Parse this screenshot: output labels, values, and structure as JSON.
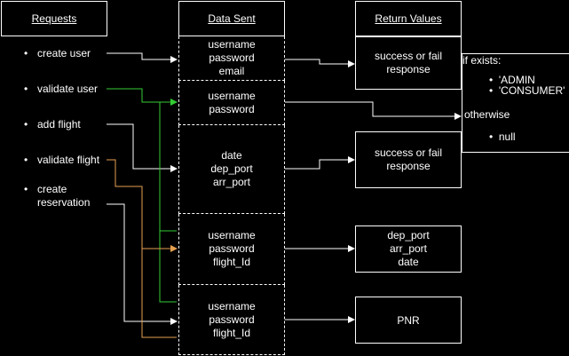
{
  "headers": {
    "requests": "Requests",
    "data_sent": "Data Sent",
    "return_values": "Return Values"
  },
  "requests": [
    "create user",
    "validate user",
    "add flight",
    "validate flight",
    "create\nreservation"
  ],
  "data_sent": [
    "username\npassword\nemail",
    "username\npassword",
    "date\ndep_port\narr_port",
    "username\npassword\nflight_Id",
    "username\npassword\nflight_Id"
  ],
  "returns": {
    "create_user": "success or fail\nresponse",
    "validate_user": {
      "if_exists": "if exists:",
      "roles": [
        "'ADMIN",
        "'CONSUMER'"
      ],
      "otherwise": "otherwise",
      "null_value": "null"
    },
    "add_flight": "success or fail\nresponse",
    "validate_flight": "dep_port\narr_port\ndate",
    "create_reservation": "PNR"
  },
  "colors": {
    "background": "#000000",
    "line": "#ffffff",
    "validate_user_line": "#33cc33",
    "validate_flight_line": "#e6a050"
  }
}
